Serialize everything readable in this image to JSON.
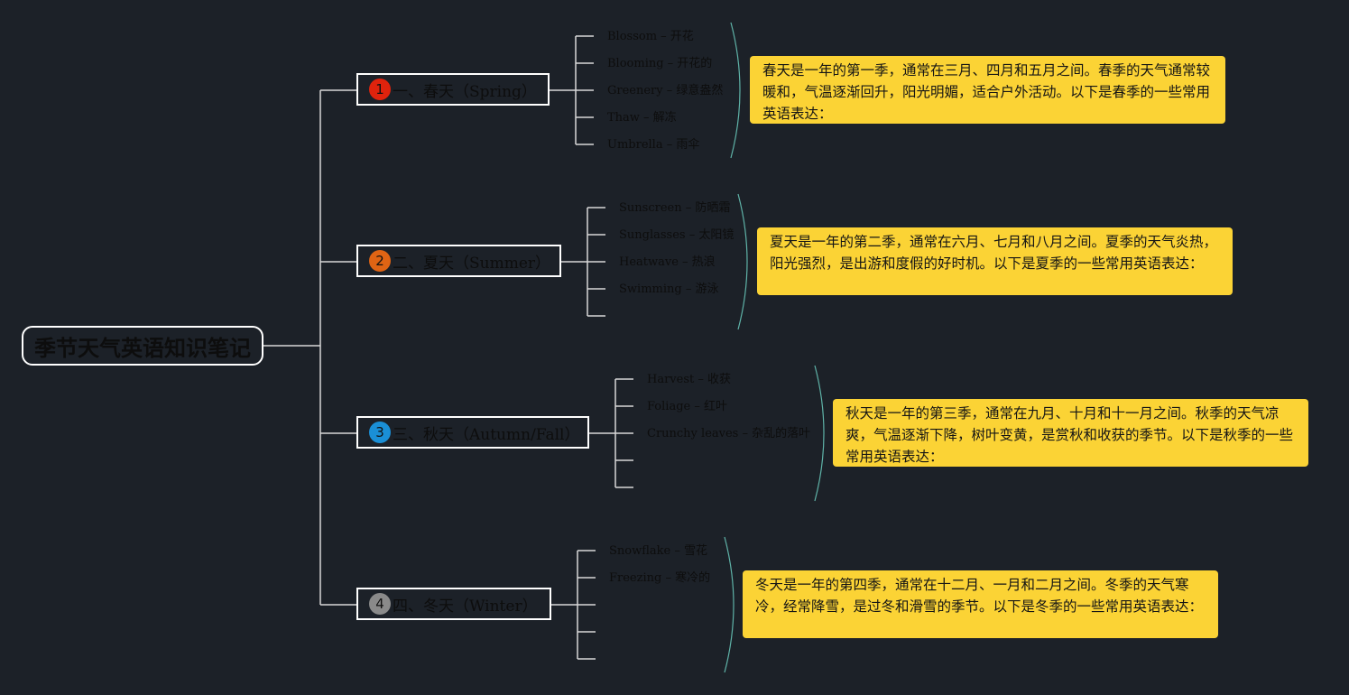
{
  "root": {
    "label": "季节天气英语知识笔记"
  },
  "branches": [
    {
      "badge": "1",
      "badge_color": "#e0230d",
      "label": "一、春天（Spring）",
      "items": [
        "Blossom – 开花",
        "Blooming – 开花的",
        "Greenery – 绿意盎然",
        "Thaw – 解冻",
        "Umbrella – 雨伞"
      ],
      "note": "春天是一年的第一季，通常在三月、四月和五月之间。春季的天气通常较暖和，气温逐渐回升，阳光明媚，适合户外活动。以下是春季的一些常用英语表达："
    },
    {
      "badge": "2",
      "badge_color": "#e06414",
      "label": "二、夏天（Summer）",
      "items": [
        "Sunscreen – 防晒霜",
        "Sunglasses – 太阳镜",
        "Heatwave – 热浪",
        "Swimming – 游泳",
        ""
      ],
      "note": "夏天是一年的第二季，通常在六月、七月和八月之间。夏季的天气炎热，阳光强烈，是出游和度假的好时机。以下是夏季的一些常用英语表达："
    },
    {
      "badge": "3",
      "badge_color": "#1a8fd6",
      "label": "三、秋天（Autumn/Fall）",
      "items": [
        "Harvest – 收获",
        "Foliage – 红叶",
        "Crunchy leaves – 杂乱的落叶",
        "",
        ""
      ],
      "note": "秋天是一年的第三季，通常在九月、十月和十一月之间。秋季的天气凉爽，气温逐渐下降，树叶变黄，是赏秋和收获的季节。以下是秋季的一些常用英语表达："
    },
    {
      "badge": "4",
      "badge_color": "#8a8a8a",
      "label": "四、冬天（Winter）",
      "items": [
        "Snowflake – 雪花",
        "Freezing – 寒冷的",
        "",
        "",
        ""
      ],
      "note": "冬天是一年的第四季，通常在十二月、一月和二月之间。冬季的天气寒冷，经常降雪，是过冬和滑雪的季节。以下是冬季的一些常用英语表达："
    }
  ]
}
